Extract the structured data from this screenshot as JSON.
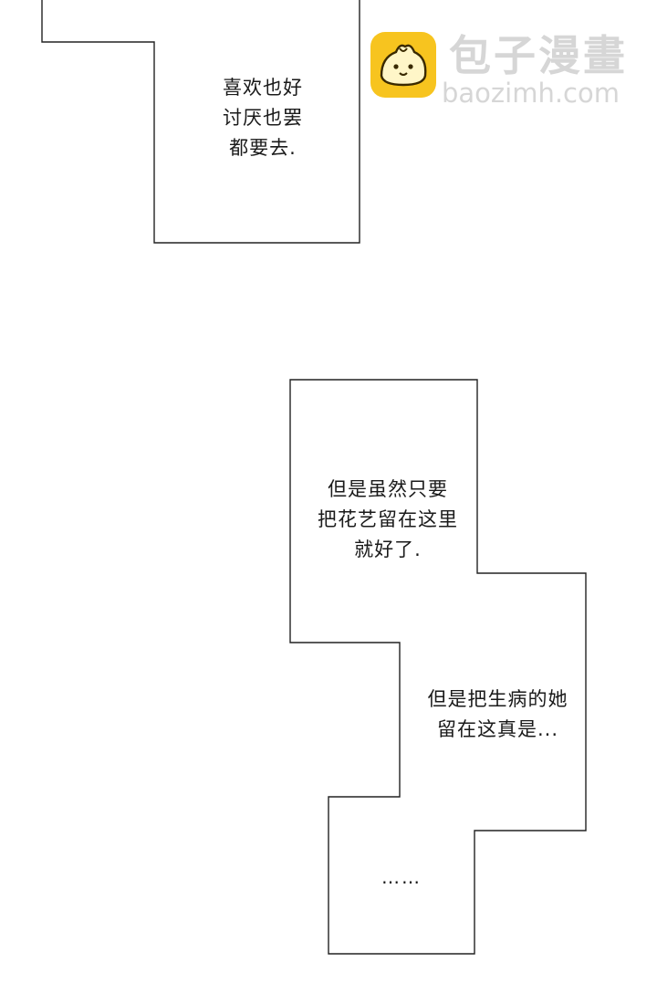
{
  "watermark": {
    "title": "包子漫畫",
    "url": "baozimh.com",
    "logo_icon": "bun-mascot-icon",
    "logo_color": "#f7c41f"
  },
  "captions": [
    {
      "lines": [
        "喜欢也好",
        "讨厌也罢",
        "都要去."
      ]
    },
    {
      "lines": [
        "但是虽然只要",
        "把花艺留在这里",
        "就好了."
      ]
    },
    {
      "lines": [
        "但是把生病的她",
        "留在这真是..."
      ]
    },
    {
      "lines": [
        "……"
      ]
    }
  ],
  "colors": {
    "panel_border": "#222222",
    "background": "#ffffff",
    "text": "#1a1a1a",
    "watermark_text": "#d6d6d6"
  }
}
